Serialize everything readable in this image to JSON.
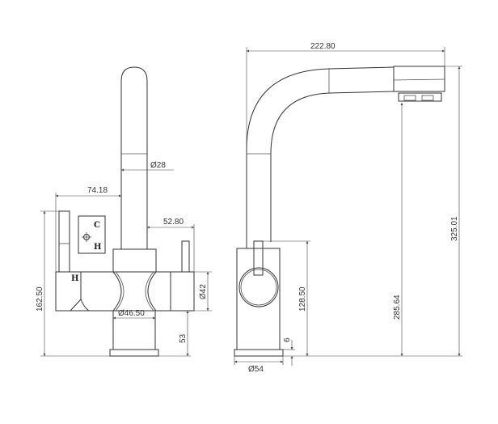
{
  "title": "Faucet technical drawing",
  "front_view": {
    "dim_spout_diameter": "Ø28",
    "dim_left_reach": "74.18",
    "dim_right_reach": "52.80",
    "dim_total_height": "162.50",
    "dim_handle_diameter": "Ø42",
    "dim_body_diameter": "Ø46.50",
    "dim_body_height": "53",
    "label_cold": "C",
    "label_hot": "H",
    "label_hot_handle": "H"
  },
  "side_view": {
    "dim_reach": "222.80",
    "dim_total_height": "325.01",
    "dim_outlet_height": "285.64",
    "dim_body_height": "128.50",
    "dim_base_thickness": "6",
    "dim_base_diameter": "Ø54"
  }
}
